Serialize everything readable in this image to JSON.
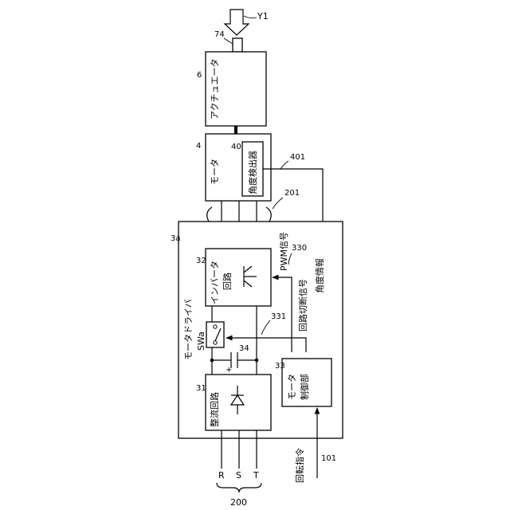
{
  "labels": {
    "y1": "Y1",
    "shaft_num": "74",
    "actuator_num": "6",
    "actuator": "アクチュエータ",
    "motor_num": "4",
    "motor": "モータ",
    "angle_detector_num": "40",
    "angle_detector": "角度検出器",
    "angle_line_num": "401",
    "cable_num": "201",
    "driver_num": "3a",
    "driver": "モータドライバ",
    "inverter_num": "32",
    "inverter": "インバータ回路",
    "pwm_num": "330",
    "pwm_signal": "PWM信号",
    "angle_info": "角度情報",
    "cut_signal": "回路切断信号",
    "cut_num": "331",
    "switch": "SWa",
    "capacitor_num": "34",
    "rectifier_num": "31",
    "rectifier": "整流回路",
    "controller_num": "33",
    "controller": "モータ制御部",
    "rotation_cmd": "回転指令",
    "rotation_num": "101",
    "phase_r": "R",
    "phase_s": "S",
    "phase_t": "T",
    "supply_num": "200"
  }
}
